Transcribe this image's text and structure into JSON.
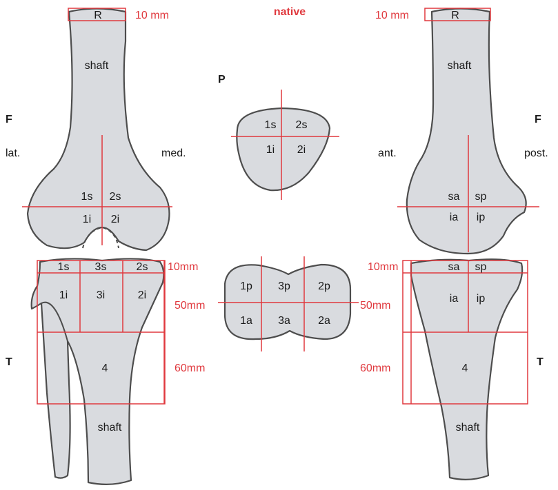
{
  "title": "native",
  "view_labels": {
    "femur": "F",
    "patella": "P",
    "tibia": "T"
  },
  "orientation": {
    "lat": "lat.",
    "med": "med.",
    "ant": "ant.",
    "post": "post."
  },
  "measurements": {
    "femur_top": "10 mm",
    "tibia_top": "10mm",
    "tibia_mid": "50mm",
    "tibia_low": "60mm"
  },
  "zones": {
    "femur_rod": "R",
    "femur_shaft": "shaft",
    "femur_ap": {
      "s1": "1s",
      "s2": "2s",
      "i1": "1i",
      "i2": "2i"
    },
    "femur_lat": {
      "sa": "sa",
      "sp": "sp",
      "ia": "ia",
      "ip": "ip"
    },
    "patella_axial": {
      "s1": "1s",
      "s2": "2s",
      "i1": "1i",
      "i2": "2i"
    },
    "patella_cross": {
      "p1": "1p",
      "p3": "3p",
      "p2": "2p",
      "a1": "1a",
      "a3": "3a",
      "a2": "2a"
    },
    "tibia_ap": {
      "s1": "1s",
      "s3": "3s",
      "s2": "2s",
      "i1": "1i",
      "i3": "3i",
      "i2": "2i",
      "z4": "4",
      "shaft": "shaft"
    },
    "tibia_lat": {
      "sa": "sa",
      "sp": "sp",
      "ia": "ia",
      "ip": "ip",
      "z4": "4",
      "shaft": "shaft"
    }
  }
}
